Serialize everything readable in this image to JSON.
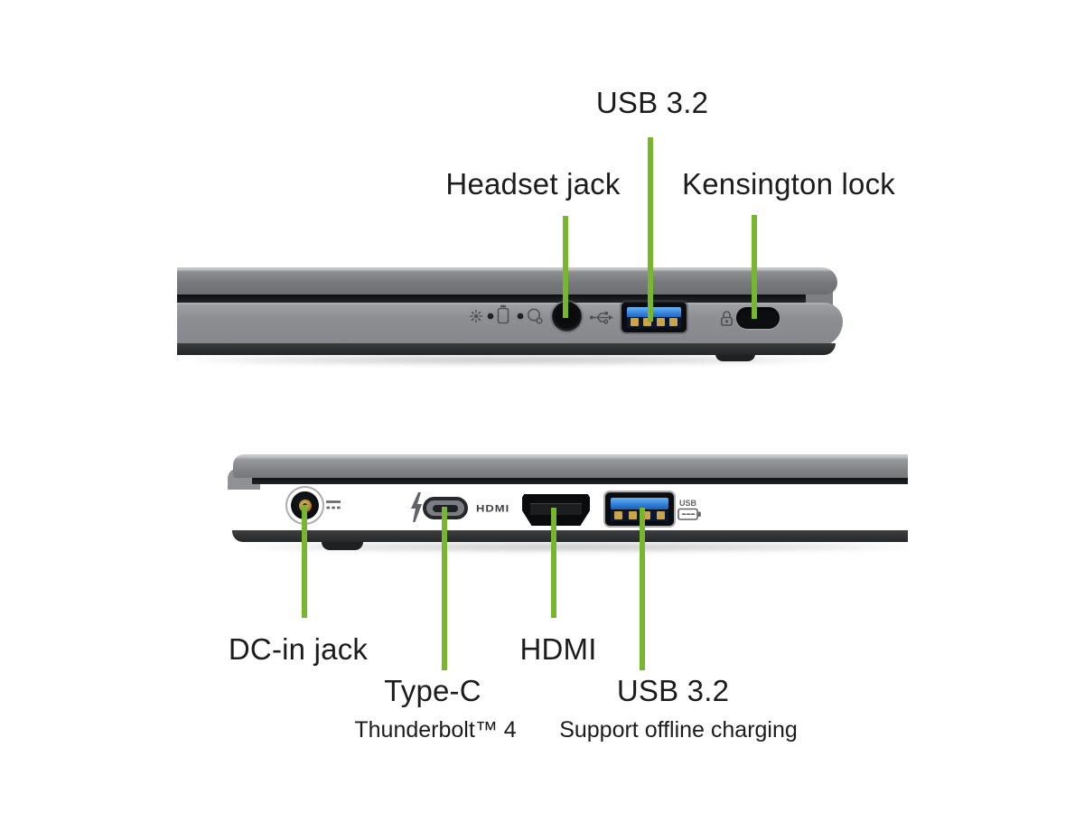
{
  "diagram": {
    "type": "laptop-ports-callout",
    "accent_green": "#77b62e",
    "text_color": "#1c1c1c",
    "usb_blue": "#2e7cd6",
    "top_view": {
      "side": "right",
      "callouts": [
        {
          "id": "usb32",
          "label": "USB 3.2"
        },
        {
          "id": "headset",
          "label": "Headset jack"
        },
        {
          "id": "kensington",
          "label": "Kensington lock"
        }
      ],
      "icons": [
        "power-led-icon",
        "indicator-dot",
        "battery-indicator-icon",
        "indicator-dot",
        "headset-icon",
        "usb-trident-icon",
        "kensington-lock-icon"
      ]
    },
    "bottom_view": {
      "side": "left",
      "callouts": [
        {
          "id": "dcin",
          "label": "DC-in jack"
        },
        {
          "id": "typec",
          "label": "Type-C",
          "sublabel": "Thunderbolt™ 4"
        },
        {
          "id": "hdmi",
          "label": "HDMI"
        },
        {
          "id": "usb32",
          "label": "USB 3.2",
          "sublabel": "Support offline charging"
        }
      ],
      "engravings": {
        "hdmi": "HDMI",
        "usb_charge": "USB"
      },
      "icons": [
        "dc-in-symbol-icon",
        "thunderbolt-icon",
        "hdmi-logo-engraving",
        "usb-battery-charging-icon"
      ]
    }
  }
}
